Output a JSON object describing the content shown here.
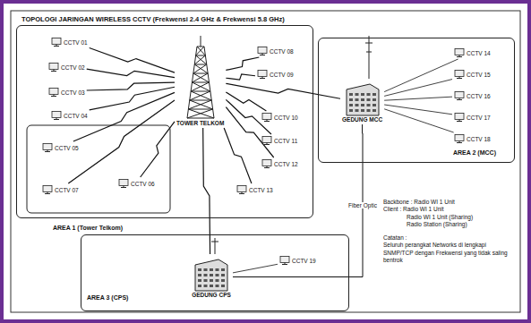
{
  "diagram": {
    "title": "TOPOLOGI JARINGAN WIRELESS CCTV (Frekwensi 2.4 GHz & Frekwensi 5.8 GHz)",
    "nodes": [
      {
        "text": [
          "AREA 1 (Tower Telkom)"
        ]
      },
      {
        "text": [
          "TOWER TELKOM"
        ],
        "in": 0
      },
      {
        "text": [
          "CCTV 01"
        ],
        "in": 0
      },
      {
        "text": [
          "CCTV 02"
        ],
        "in": 0
      },
      {
        "text": [
          "CCTV 03"
        ],
        "in": 0
      },
      {
        "text": [
          "CCTV 04"
        ],
        "in": 0
      },
      {
        "text": [
          "CCTV 05"
        ],
        "in": 0
      },
      {
        "text": [
          "CCTV 06"
        ],
        "in": 0
      },
      {
        "text": [
          "CCTV 07"
        ],
        "in": 0
      },
      {
        "text": [
          "CCTV 08"
        ],
        "in": 0
      },
      {
        "text": [
          "CCTV 09"
        ],
        "in": 0
      },
      {
        "text": [
          "CCTV 10"
        ],
        "in": 0
      },
      {
        "text": [
          "CCTV 11"
        ],
        "in": 0
      },
      {
        "text": [
          "CCTV 12"
        ],
        "in": 0
      },
      {
        "text": [
          "CCTV 13"
        ],
        "in": 0
      },
      {
        "text": [
          "AREA 2 (MCC)"
        ]
      },
      {
        "text": [
          "GEDUNG MCC"
        ],
        "in": 15
      },
      {
        "text": [
          "CCTV 14"
        ],
        "in": 15
      },
      {
        "text": [
          "CCTV 15"
        ],
        "in": 15
      },
      {
        "text": [
          "CCTV 16"
        ],
        "in": 15
      },
      {
        "text": [
          "CCTV 17"
        ],
        "in": 15
      },
      {
        "text": [
          "CCTV 18"
        ],
        "in": 15
      },
      {
        "text": [
          "AREA 3 (CPS)"
        ]
      },
      {
        "text": [
          "GEDUNG CPS"
        ],
        "in": 22
      },
      {
        "text": [
          "CCTV 19"
        ],
        "in": 22
      }
    ],
    "edges": [
      {
        "from": 1,
        "to": 2,
        "arrow": "none"
      },
      {
        "from": 1,
        "to": 3,
        "arrow": "none"
      },
      {
        "from": 1,
        "to": 4,
        "arrow": "none"
      },
      {
        "from": 1,
        "to": 5,
        "arrow": "none"
      },
      {
        "from": 1,
        "to": 6,
        "arrow": "none"
      },
      {
        "from": 1,
        "to": 7,
        "arrow": "none"
      },
      {
        "from": 1,
        "to": 8,
        "arrow": "none"
      },
      {
        "from": 1,
        "to": 9,
        "arrow": "none"
      },
      {
        "from": 1,
        "to": 10,
        "arrow": "none"
      },
      {
        "from": 1,
        "to": 11,
        "arrow": "none"
      },
      {
        "from": 1,
        "to": 12,
        "arrow": "none"
      },
      {
        "from": 1,
        "to": 13,
        "arrow": "none"
      },
      {
        "from": 1,
        "to": 14,
        "arrow": "none"
      },
      {
        "from": 1,
        "to": 16,
        "arrow": "none"
      },
      {
        "from": 1,
        "to": 23,
        "arrow": "none"
      },
      {
        "from": 23,
        "to": 16,
        "label": "Fiber Optic",
        "arrow": "none"
      },
      {
        "from": 16,
        "to": 17,
        "arrow": "none"
      },
      {
        "from": 16,
        "to": 18,
        "arrow": "none"
      },
      {
        "from": 16,
        "to": 19,
        "arrow": "none"
      },
      {
        "from": 16,
        "to": 20,
        "arrow": "none"
      },
      {
        "from": 16,
        "to": 21,
        "arrow": "none"
      },
      {
        "from": 23,
        "to": 24,
        "arrow": "none"
      }
    ],
    "labels": [
      "Backbone : Radio WI 1 Unit",
      "Client : Radio WI 1 Unit",
      "Radio WI 1 Unit (Sharing)",
      "Radio Station (Sharing)",
      "Catatan :",
      "Seluruh perangkat Networks di lengkapi SNMP/TCP dengan Frekwensi yang tidak saling bentrok"
    ]
  }
}
